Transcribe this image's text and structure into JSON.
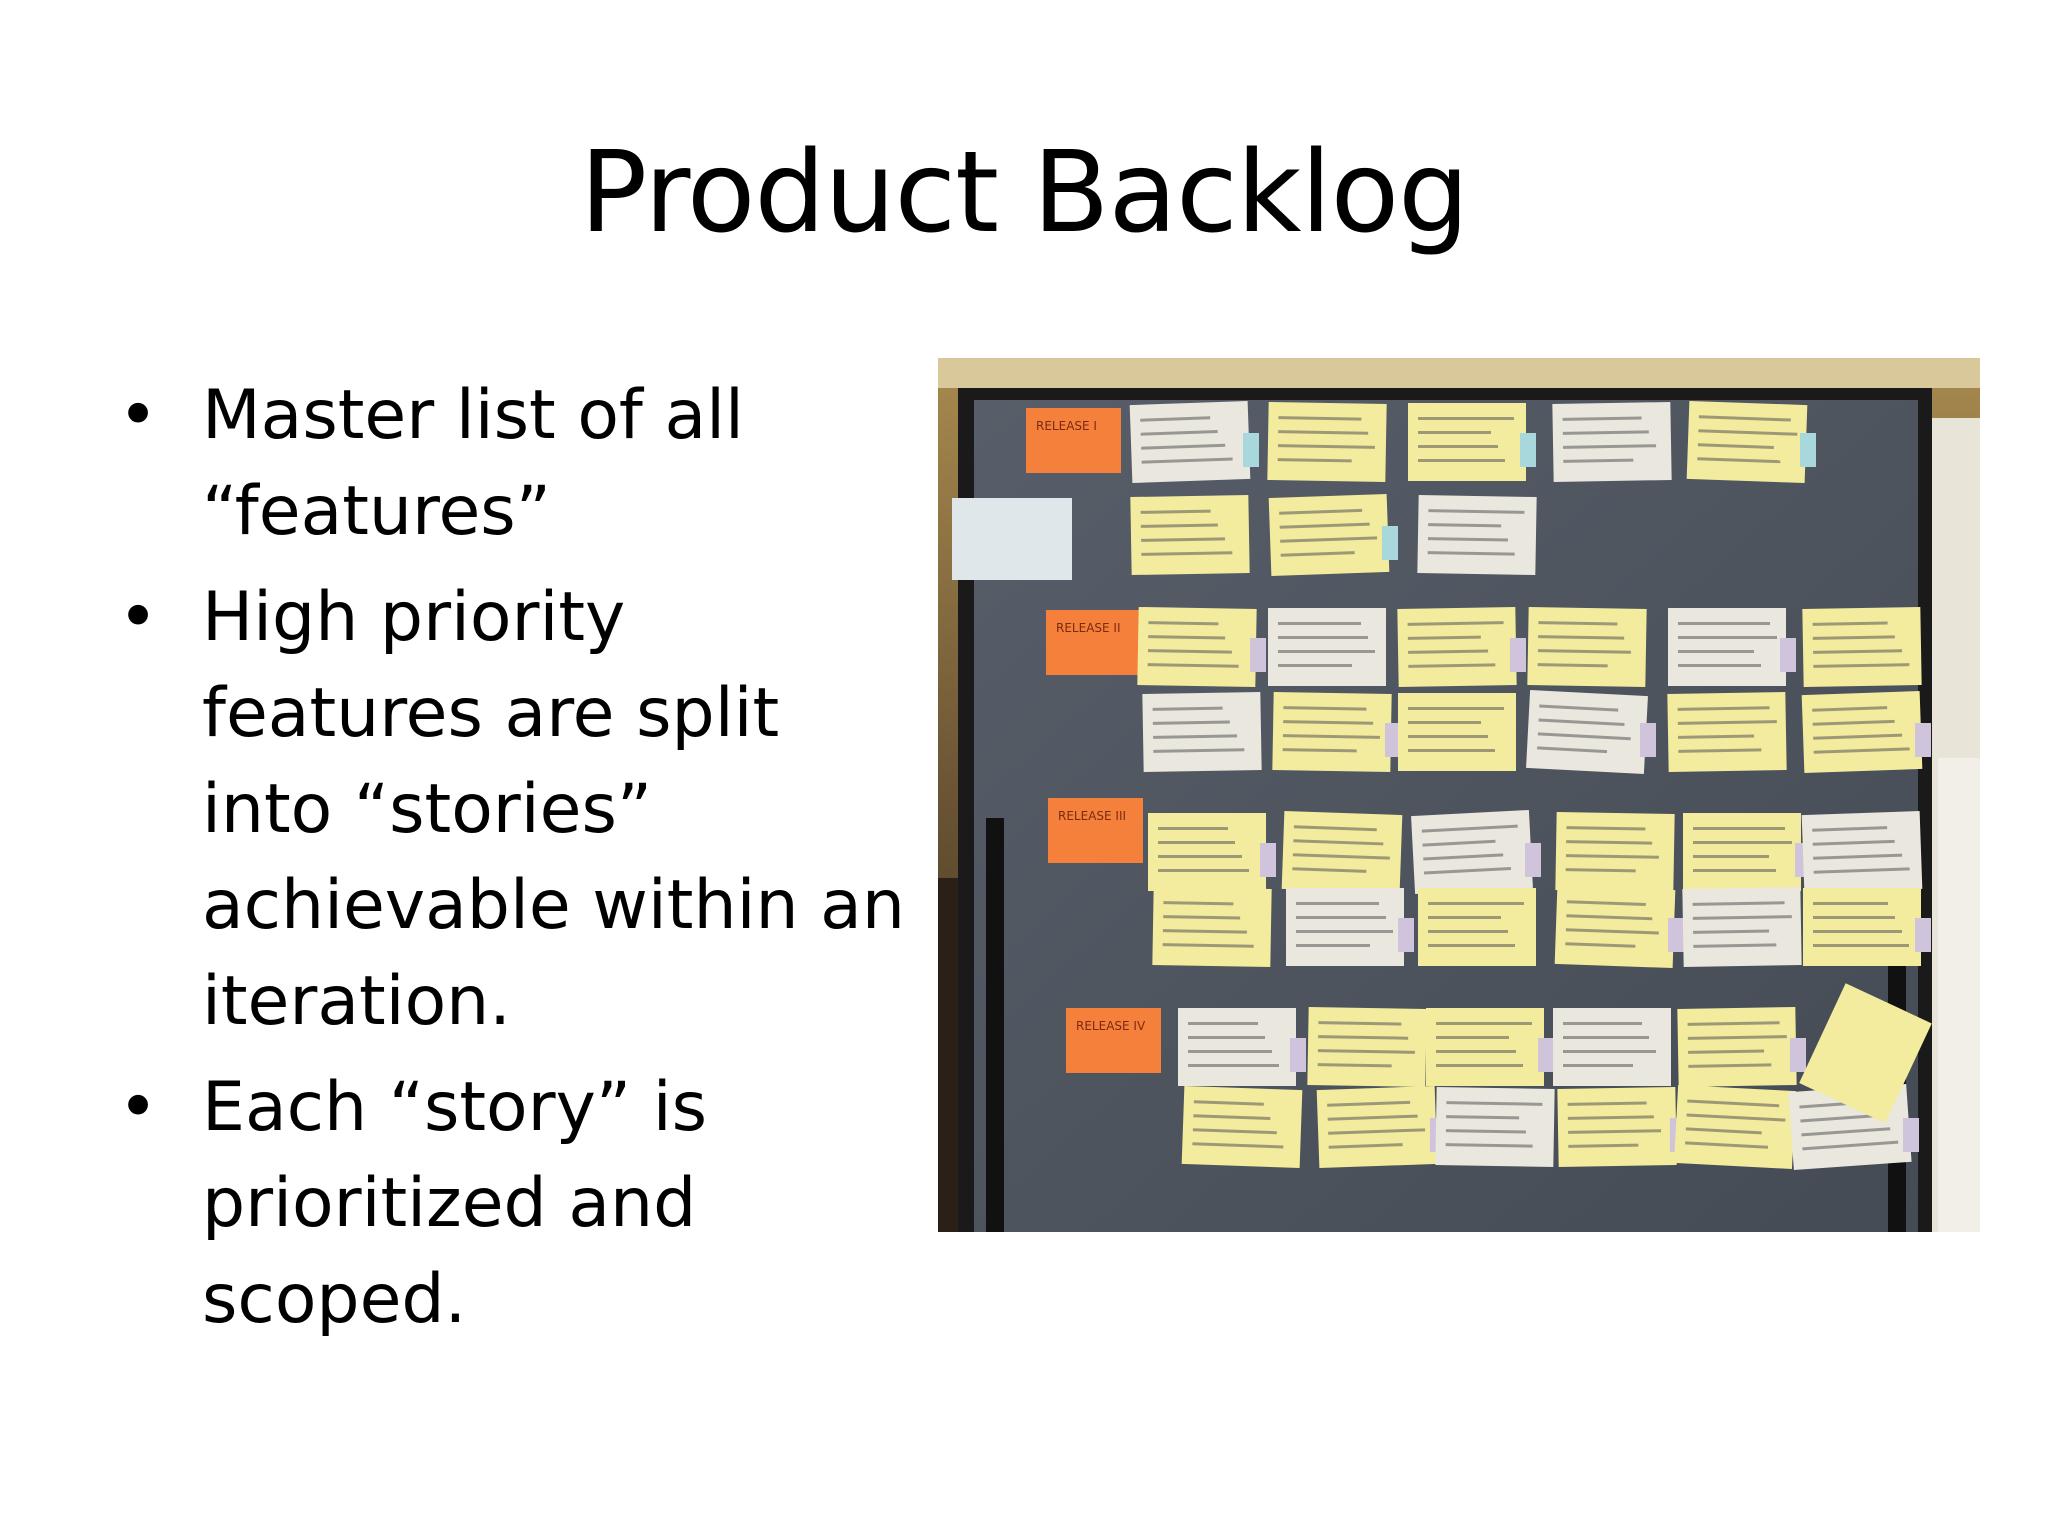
{
  "slide": {
    "title": "Product Backlog",
    "bullets": [
      {
        "text": "Master list of all “features”"
      },
      {
        "text": "High priority features are split into “stories” achievable within an iteration."
      },
      {
        "text": "Each “story” is prioritized and scoped."
      }
    ],
    "bullet_glyph": "•"
  },
  "photo": {
    "subject": "product-backlog-board-photo",
    "release_labels": [
      "RELEASE I",
      "RELEASE II",
      "RELEASE III",
      "RELEASE IV"
    ],
    "colors": {
      "board": "#4e5560",
      "label": "#f5803c",
      "card_yellow": "#f3ec9e",
      "card_white": "#e9e7de",
      "tab": "#a8d8dc"
    }
  }
}
